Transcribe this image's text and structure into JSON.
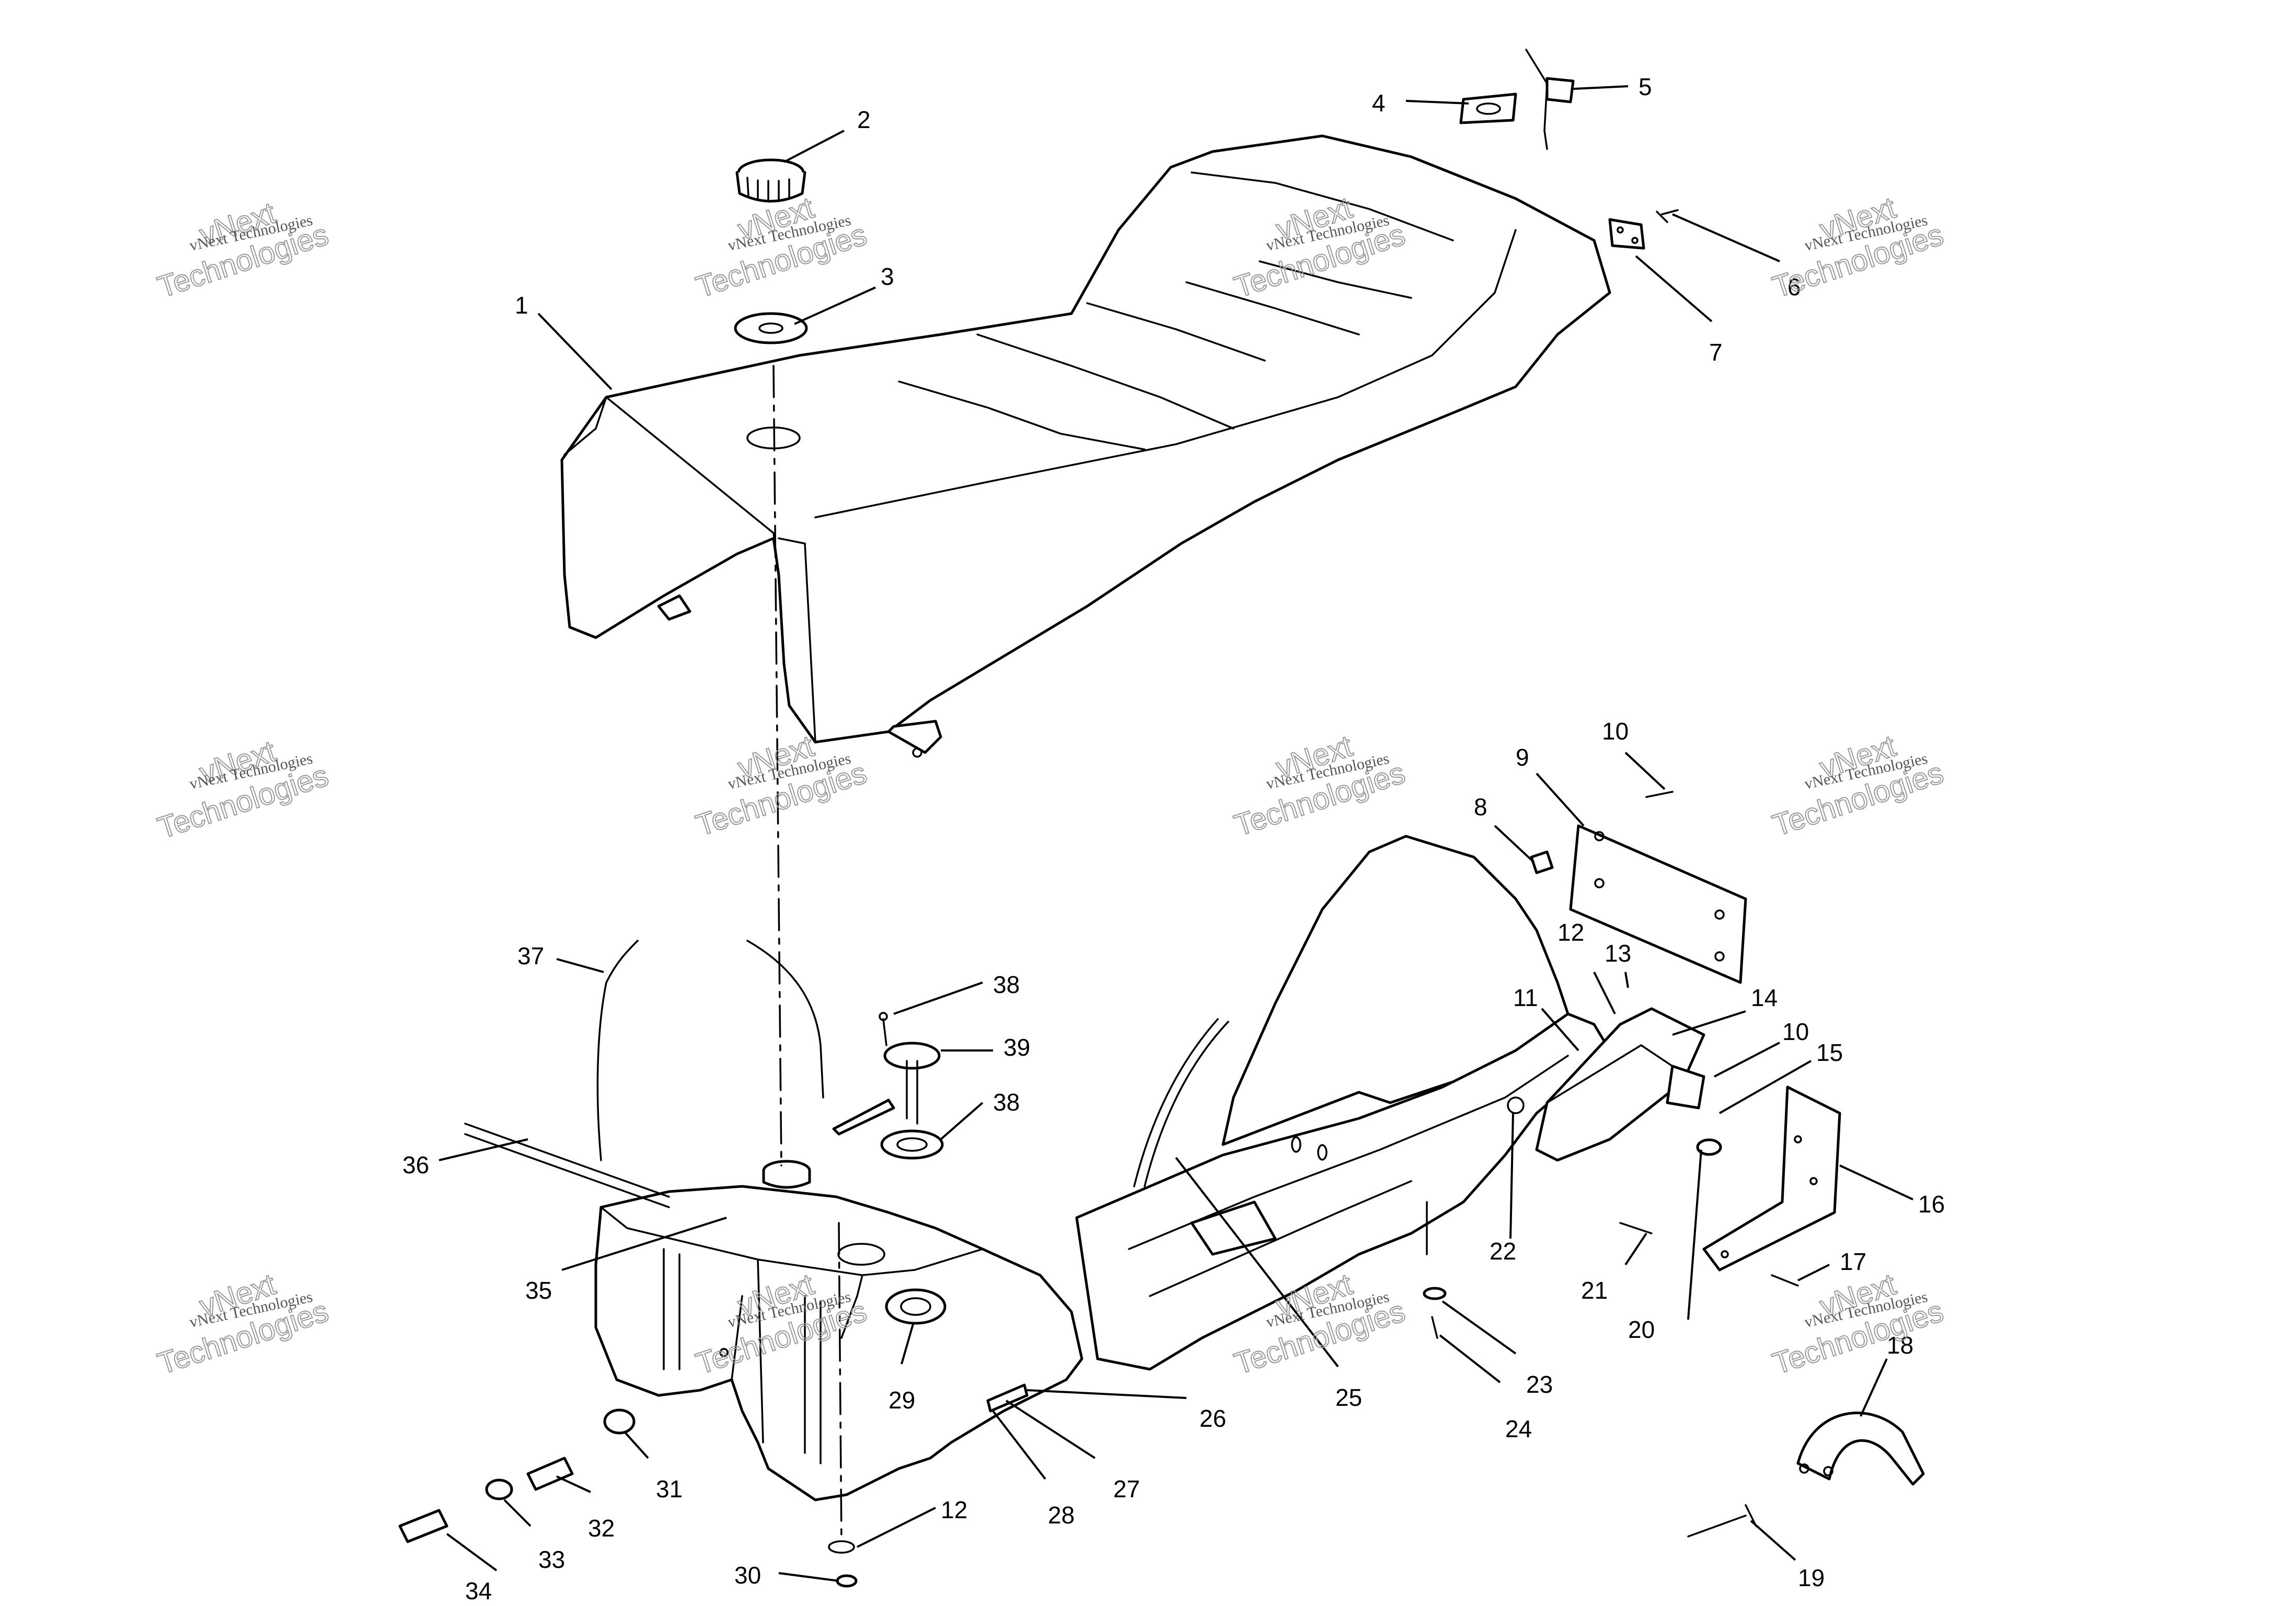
{
  "watermark": {
    "text_line1": "vNext",
    "text_line2": "Technologies",
    "text_full": "vNext Technologies"
  },
  "callouts": {
    "c1": "1",
    "c2": "2",
    "c3": "3",
    "c4": "4",
    "c5": "5",
    "c6": "6",
    "c7": "7",
    "c8": "8",
    "c9": "9",
    "c10a": "10",
    "c10b": "10",
    "c11": "11",
    "c12a": "12",
    "c12b": "12",
    "c13": "13",
    "c14": "14",
    "c15": "15",
    "c16": "16",
    "c17": "17",
    "c18": "18",
    "c19": "19",
    "c20": "20",
    "c21": "21",
    "c22": "22",
    "c23": "23",
    "c24": "24",
    "c25": "25",
    "c26": "26",
    "c27": "27",
    "c28": "28",
    "c29": "29",
    "c30": "30",
    "c31": "31",
    "c32": "32",
    "c33": "33",
    "c34": "34",
    "c35": "35",
    "c36": "36",
    "c37": "37",
    "c38a": "38",
    "c38b": "38",
    "c39": "39"
  }
}
